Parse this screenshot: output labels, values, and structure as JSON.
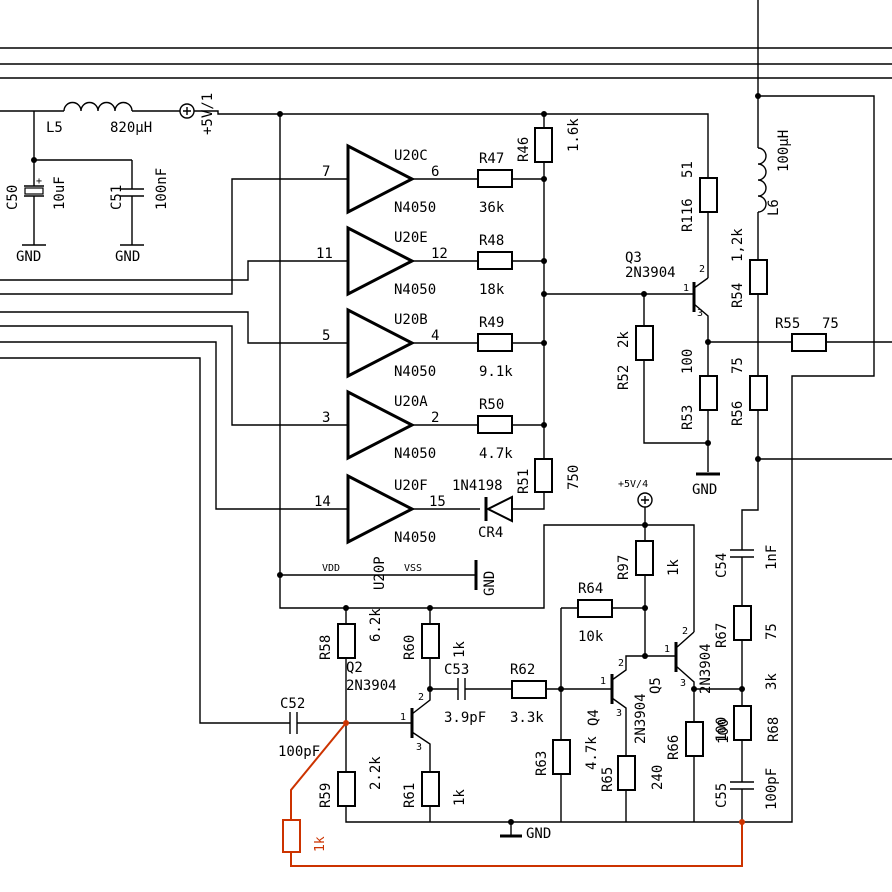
{
  "power": {
    "vplus5_1": "+5V/1",
    "vplus5_4": "+5V/4",
    "gnd": "GND"
  },
  "inductors": {
    "l5": {
      "ref": "L5",
      "value": "820µH"
    },
    "l6": {
      "ref": "L6",
      "value": "100µH"
    }
  },
  "capacitors": {
    "c50": {
      "ref": "C50",
      "value": "10uF",
      "plus": "+"
    },
    "c51": {
      "ref": "C51",
      "value": "100nF"
    },
    "c52": {
      "ref": "C52",
      "value": "100pF"
    },
    "c53": {
      "ref": "C53",
      "value": "3.9pF"
    },
    "c54": {
      "ref": "C54",
      "value": "1nF"
    },
    "c55": {
      "ref": "C55",
      "value": "100pF"
    }
  },
  "buffers": [
    {
      "ref": "U20C",
      "part": "N4050",
      "in_pin": "7",
      "out_pin": "6"
    },
    {
      "ref": "U20E",
      "part": "N4050",
      "in_pin": "11",
      "out_pin": "12"
    },
    {
      "ref": "U20B",
      "part": "N4050",
      "in_pin": "5",
      "out_pin": "4"
    },
    {
      "ref": "U20A",
      "part": "N4050",
      "in_pin": "3",
      "out_pin": "2"
    },
    {
      "ref": "U20F",
      "part": "N4050",
      "in_pin": "14",
      "out_pin": "15"
    }
  ],
  "power_unit": {
    "ref": "U20P",
    "vdd": "VDD",
    "vss": "VSS",
    "gnd": "GND"
  },
  "resistors": {
    "r46": {
      "ref": "R46",
      "value": "1.6k"
    },
    "r47": {
      "ref": "R47",
      "value": "36k"
    },
    "r48": {
      "ref": "R48",
      "value": "18k"
    },
    "r49": {
      "ref": "R49",
      "value": "9.1k"
    },
    "r50": {
      "ref": "R50",
      "value": "4.7k"
    },
    "r51": {
      "ref": "R51",
      "value": "750"
    },
    "r52": {
      "ref": "R52",
      "value": "2k"
    },
    "r53": {
      "ref": "R53",
      "value": "100"
    },
    "r54": {
      "ref": "R54",
      "value": "1,2k"
    },
    "r55": {
      "ref": "R55",
      "value": "75"
    },
    "r56": {
      "ref": "R56",
      "value": "75"
    },
    "r58": {
      "ref": "R58",
      "value": "6.2k"
    },
    "r59": {
      "ref": "R59",
      "value": "2.2k"
    },
    "r60": {
      "ref": "R60",
      "value": "1k"
    },
    "r61": {
      "ref": "R61",
      "value": "1k"
    },
    "r62": {
      "ref": "R62",
      "value": "3.3k"
    },
    "r63": {
      "ref": "R63",
      "value": "4.7k"
    },
    "r64": {
      "ref": "R64",
      "value": "10k"
    },
    "r65": {
      "ref": "R65",
      "value": "240"
    },
    "r66": {
      "ref": "R66",
      "value": "100"
    },
    "r67": {
      "ref": "R67",
      "value": "75"
    },
    "r68": {
      "ref": "R68",
      "value": "3k"
    },
    "r97": {
      "ref": "R97",
      "value": "1k"
    },
    "r116": {
      "ref": "R116",
      "value": "51"
    },
    "added": {
      "value": "1k"
    }
  },
  "diode": {
    "ref": "CR4",
    "part": "1N4198"
  },
  "transistors": {
    "q2": {
      "ref": "Q2",
      "part": "2N3904"
    },
    "q3": {
      "ref": "Q3",
      "part": "2N3904"
    },
    "q4": {
      "ref": "Q4",
      "part": "2N3904"
    },
    "q5": {
      "ref": "Q5",
      "part": "2N3904"
    }
  },
  "pins": {
    "one": "1",
    "two": "2",
    "three": "3"
  },
  "colors": {
    "wire": "#000000",
    "rework": "#cc3300"
  }
}
